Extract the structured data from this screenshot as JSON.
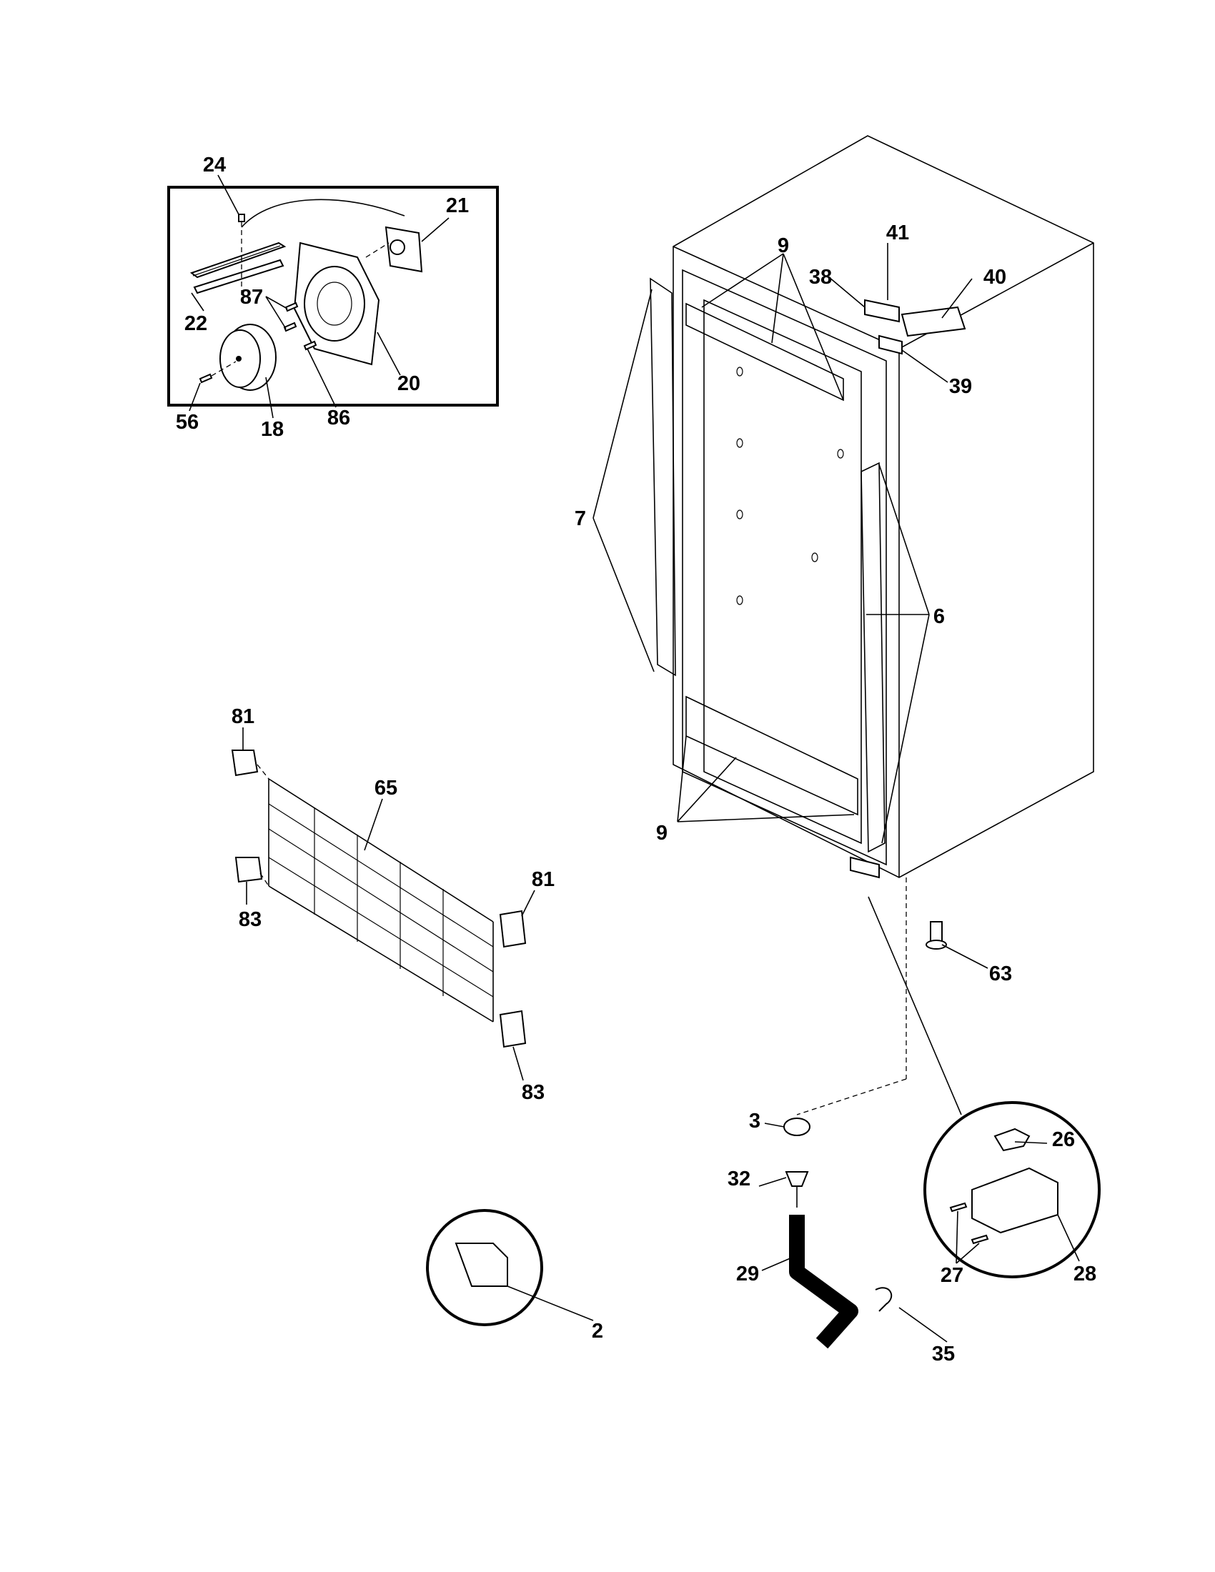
{
  "callouts": [
    "24",
    "21",
    "87",
    "22",
    "20",
    "56",
    "18",
    "86",
    "9",
    "41",
    "38",
    "40",
    "39",
    "7",
    "6",
    "9",
    "63",
    "81",
    "65",
    "81",
    "83",
    "83",
    "3",
    "26",
    "32",
    "29",
    "27",
    "28",
    "2",
    "35"
  ]
}
